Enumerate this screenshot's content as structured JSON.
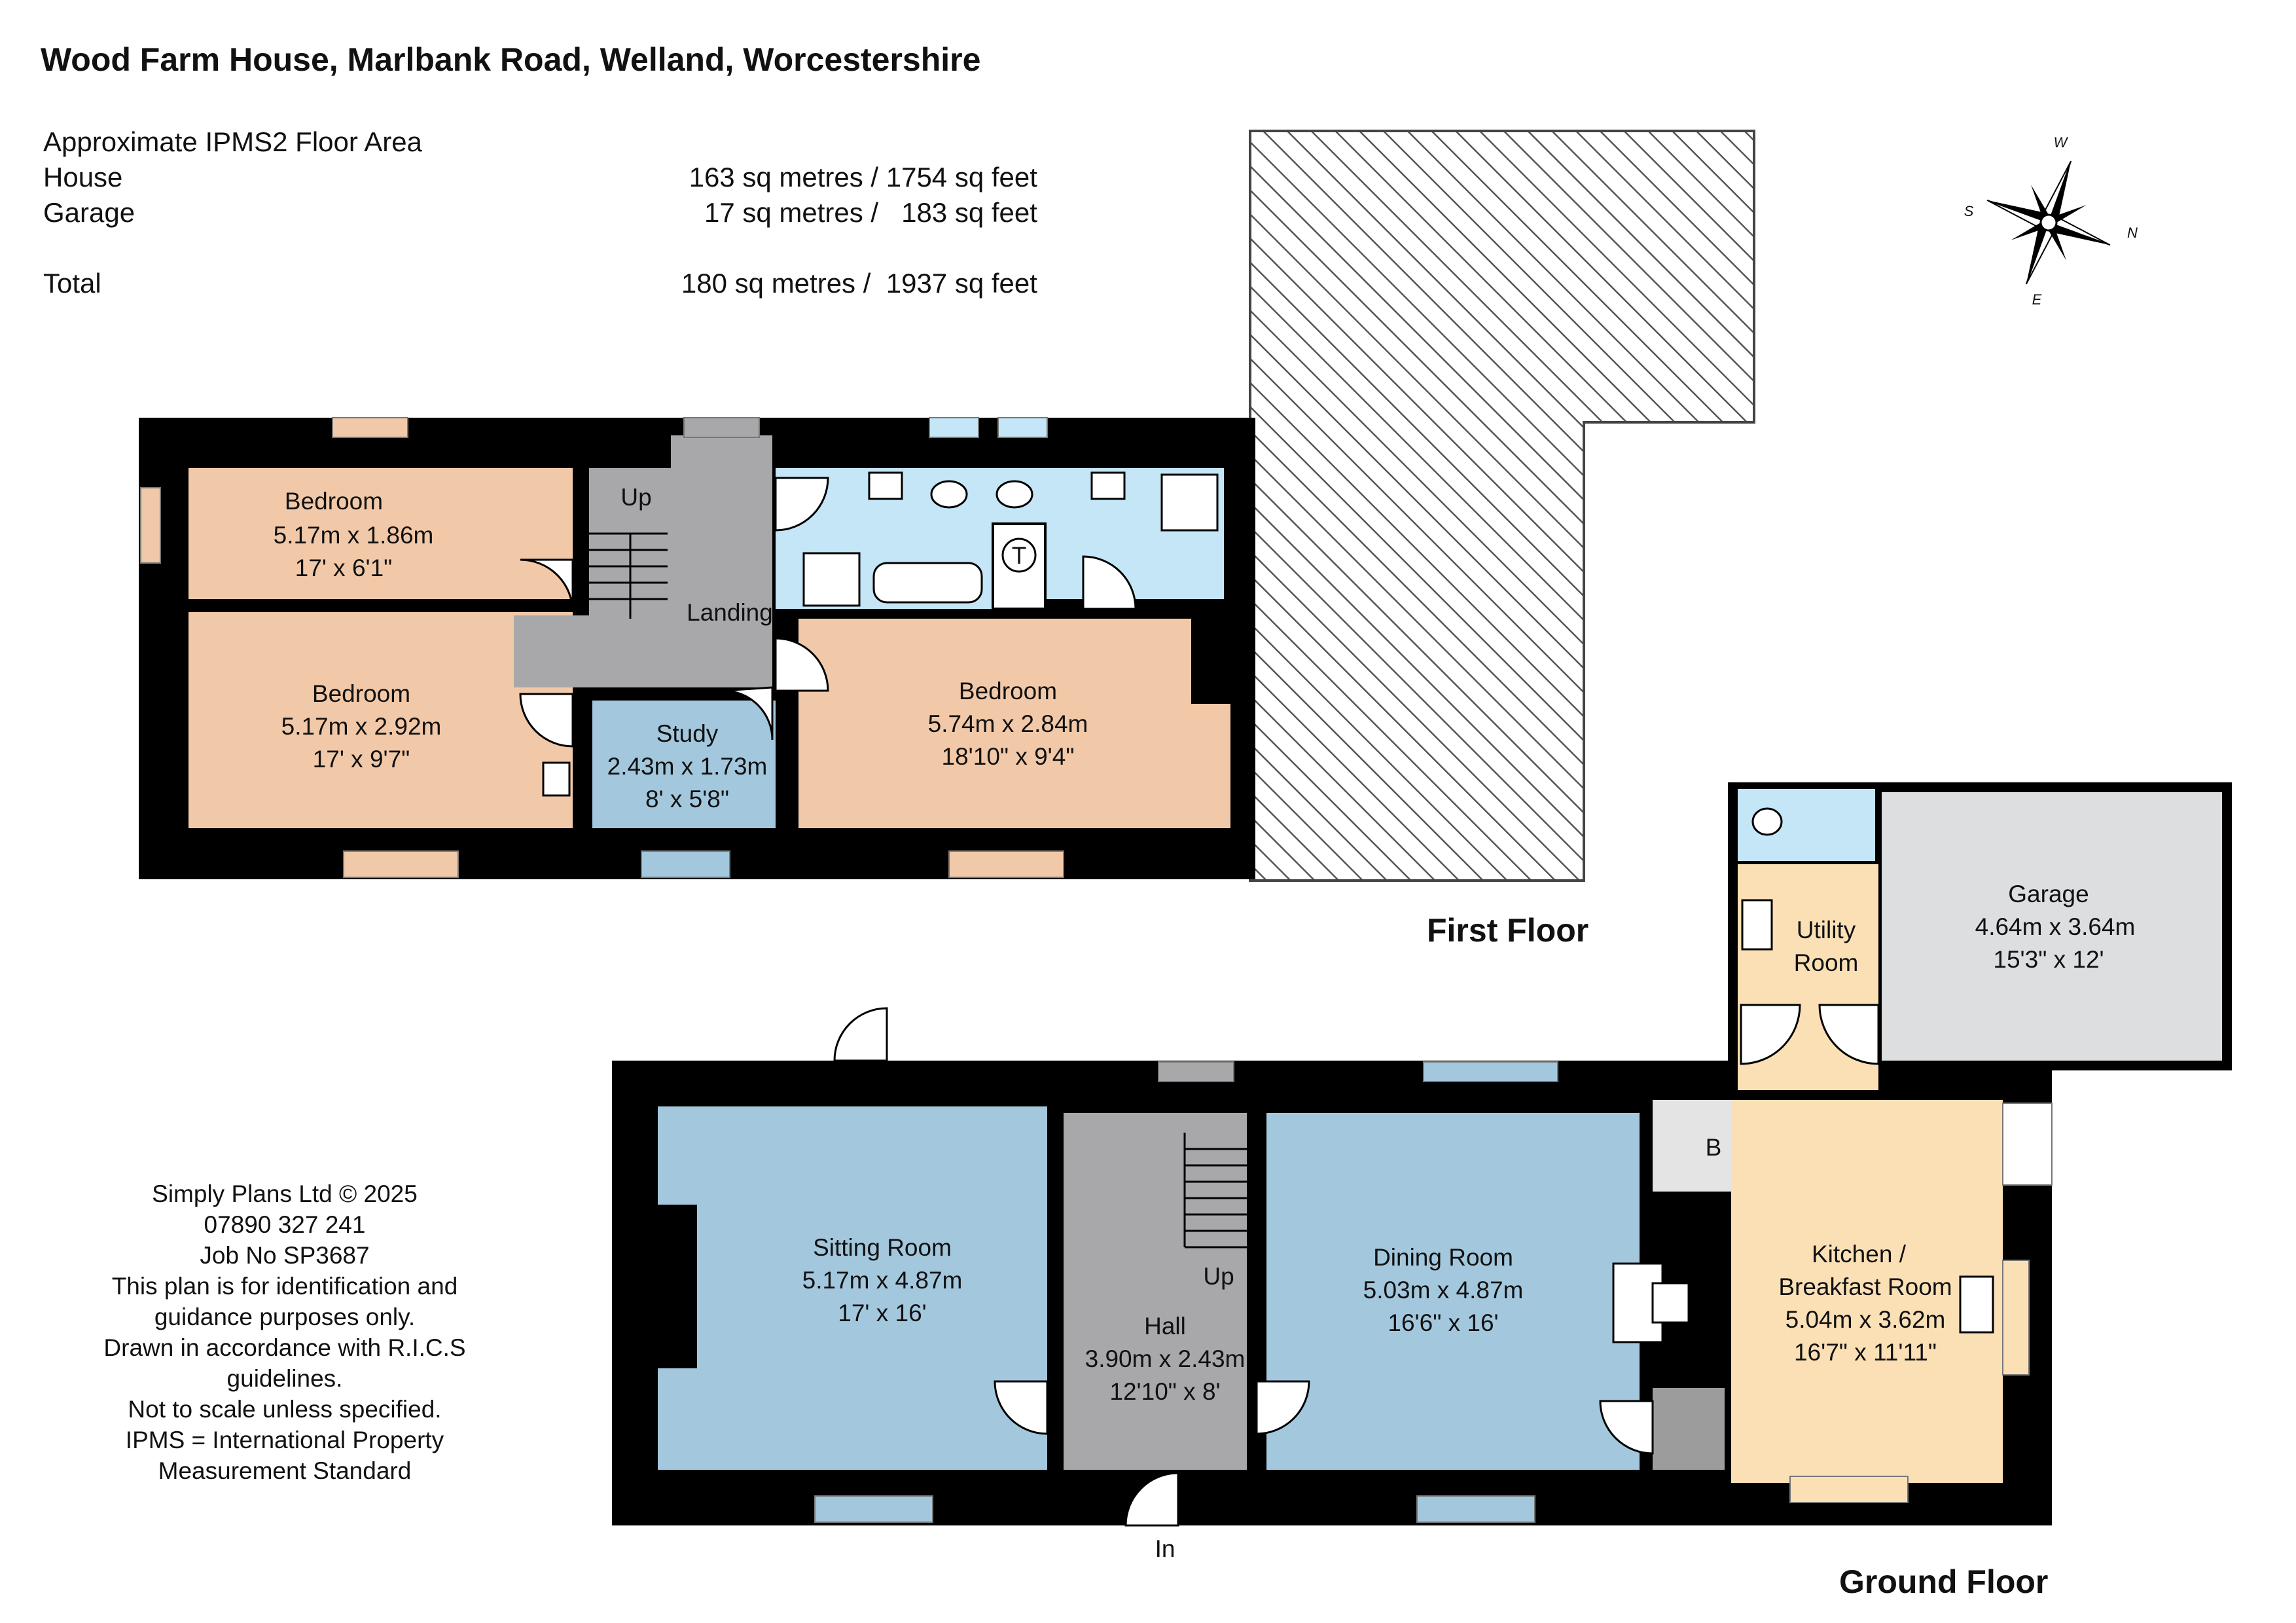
{
  "title": "Wood Farm House, Marlbank Road, Welland, Worcestershire",
  "area_table": {
    "heading": "Approximate IPMS2 Floor Area",
    "rows": [
      {
        "label": "House",
        "value": "163 sq metres / 1754 sq feet"
      },
      {
        "label": "Garage",
        "value": "17 sq metres /   183 sq feet"
      },
      {
        "label": "",
        "value": ""
      },
      {
        "label": "Total",
        "value": "180 sq metres /  1937 sq feet"
      }
    ]
  },
  "compass": {
    "n": "N",
    "s": "S",
    "e": "E",
    "w": "W"
  },
  "floors": {
    "first": "First Floor",
    "ground": "Ground Floor"
  },
  "rooms": {
    "bed1": {
      "name": "Bedroom",
      "metric": "5.17m x 1.86m",
      "imperial": "17' x 6'1\""
    },
    "bed2": {
      "name": "Bedroom",
      "metric": "5.17m x 2.92m",
      "imperial": "17' x 9'7\""
    },
    "bed3": {
      "name": "Bedroom",
      "metric": "5.74m x 2.84m",
      "imperial": "18'10\" x 9'4\""
    },
    "study": {
      "name": "Study",
      "metric": "2.43m x 1.73m",
      "imperial": "8' x 5'8\""
    },
    "landing": {
      "name": "Landing"
    },
    "stairs_up_first": "Up",
    "cylinder": "T",
    "garage": {
      "name": "Garage",
      "metric": "4.64m x 3.64m",
      "imperial": "15'3\" x 12'"
    },
    "utility": {
      "name1": "Utility",
      "name2": "Room"
    },
    "sitting": {
      "name": "Sitting Room",
      "metric": "5.17m x 4.87m",
      "imperial": "17' x 16'"
    },
    "hall": {
      "name": "Hall",
      "metric": "3.90m x 2.43m",
      "imperial": "12'10\" x 8'"
    },
    "stairs_up_ground": "Up",
    "dining": {
      "name": "Dining Room",
      "metric": "5.03m x 4.87m",
      "imperial": "16'6\" x 16'"
    },
    "kitchen": {
      "name1": "Kitchen /",
      "name2": "Breakfast Room",
      "metric": "5.04m x 3.62m",
      "imperial": "16'7\" x 11'11\""
    },
    "boiler": "B",
    "entrance": "In"
  },
  "credits": [
    "Simply Plans Ltd © 2025",
    "07890 327 241",
    "Job No SP3687",
    "This plan is for identification and",
    "guidance purposes only.",
    "Drawn in accordance with R.I.C.S",
    "guidelines.",
    "Not to scale unless specified.",
    "IPMS = International Property",
    "Measurement Standard"
  ],
  "colors": {
    "wall": "#000000",
    "bedroom": "#f2c9a8",
    "bathroom": "#c4e6f6",
    "study": "#a3c8de",
    "landing": "#a8a8aa",
    "sitting": "#a3c8de",
    "kitchen": "#fbe0b6",
    "garage": "#dcdedf",
    "cupboard": "#e4e4e4",
    "roof_hatch": "#555555"
  }
}
